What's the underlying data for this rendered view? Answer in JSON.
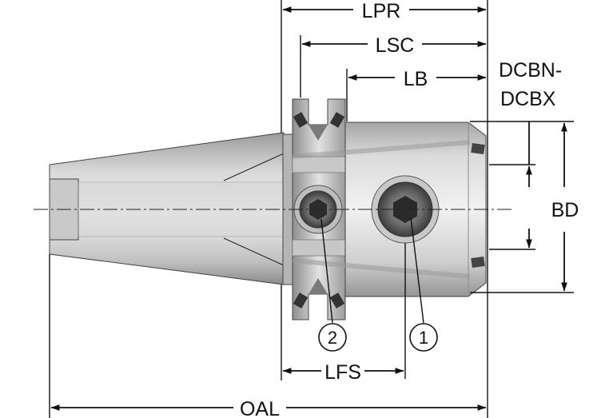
{
  "labels": {
    "lpr": "LPR",
    "lsc": "LSC",
    "lb": "LB",
    "dcbn": "DCBN-",
    "dcbx": "DCBX",
    "bd": "BD",
    "lfs": "LFS",
    "oal": "OAL"
  },
  "callouts": {
    "one": "1",
    "two": "2"
  },
  "colors": {
    "line": "#111111",
    "metal_light": "#e4e4e4",
    "metal_mid": "#b8b8b8",
    "metal_dark": "#6e6e6e"
  }
}
